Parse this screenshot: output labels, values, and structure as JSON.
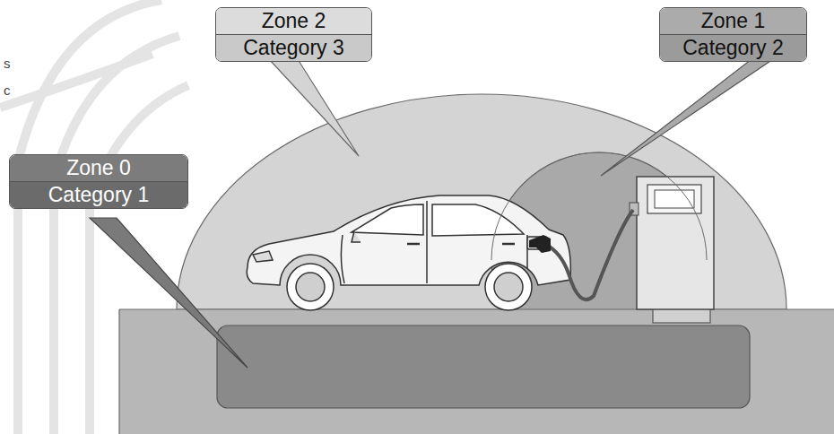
{
  "diagram": {
    "nodes": [
      {
        "text": [
          "Zone 2",
          "Category 3"
        ]
      },
      {
        "text": [
          "Zone 1",
          "Category 2"
        ]
      },
      {
        "text": [
          "Zone 0",
          "Category 1"
        ]
      }
    ],
    "labels": [
      "s",
      "c"
    ]
  }
}
